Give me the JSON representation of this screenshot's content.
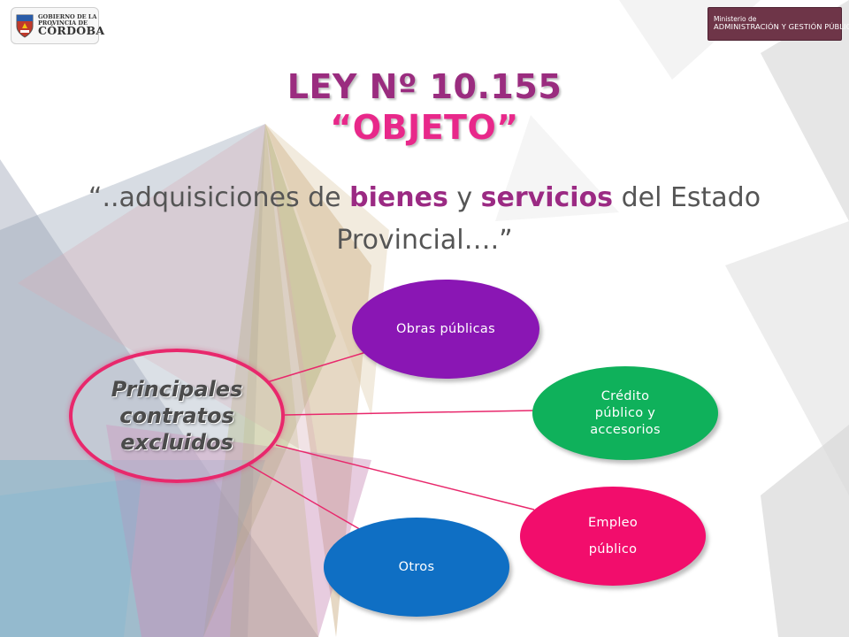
{
  "header": {
    "logo_left": {
      "line1": "GOBIERNO DE LA",
      "line2": "PROVINCIA DE",
      "line3": "CÓRDOBA",
      "icon": "coat-of-arms-icon"
    },
    "logo_right": {
      "line1": "Ministerio de",
      "line2": "ADMINISTRACIÓN Y GESTIÓN PÚBLICA"
    }
  },
  "slide": {
    "title": "LEY Nº 10.155",
    "subtitle": "“OBJETO”",
    "quote": {
      "p1": "“..adquisiciones de ",
      "h1": "bienes",
      "p2": " y ",
      "h2": "servicios",
      "p3": " del Estado Provincial….”"
    }
  },
  "diagram": {
    "center": {
      "line1": "Principales",
      "line2": "contratos",
      "line3": "excluidos"
    },
    "nodes": [
      {
        "lines": [
          "Obras públicas"
        ],
        "color": "#8a16b4"
      },
      {
        "lines": [
          "Crédito",
          "público y",
          "accesorios"
        ],
        "color": "#0fb15b"
      },
      {
        "lines": [
          "Empleo",
          "público"
        ],
        "color": "#f20d6c"
      },
      {
        "lines": [
          "Otros"
        ],
        "color": "#0f6fc4"
      }
    ],
    "connector_color": "#e8286c"
  },
  "colors": {
    "title": "#9a2c7f",
    "subtitle": "#e8288a",
    "highlight": "#9b2a83"
  }
}
